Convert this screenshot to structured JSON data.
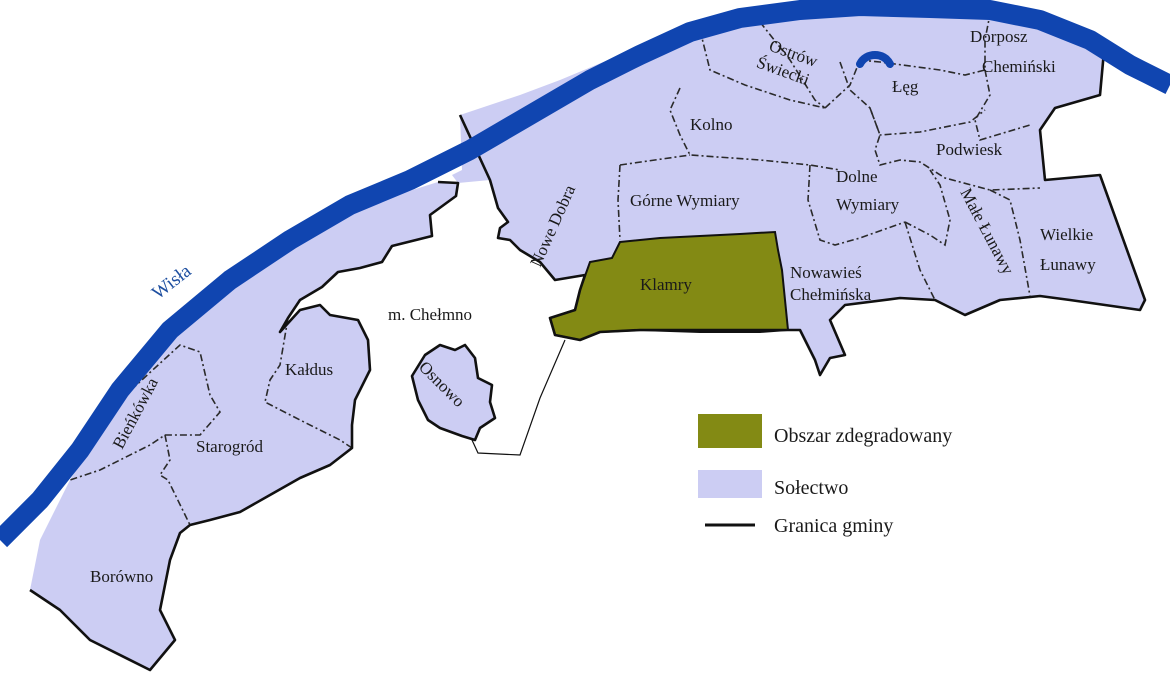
{
  "colors": {
    "river": "#1045b0",
    "solectwo": "#cccdf3",
    "degraded": "#838a14",
    "border": "#111111",
    "city": "#ffffff"
  },
  "river": {
    "label": "Wisła"
  },
  "city": {
    "label": "m. Chełmno"
  },
  "villages": [
    {
      "id": "ostrow-swiecki",
      "label_lines": [
        "Ostrów",
        "Świecki"
      ]
    },
    {
      "id": "leg",
      "label_lines": [
        "Łęg"
      ]
    },
    {
      "id": "dorposz-chelminski",
      "label_lines": [
        "Dorposz",
        "Chemiński"
      ]
    },
    {
      "id": "kolno",
      "label_lines": [
        "Kolno"
      ]
    },
    {
      "id": "podwiesk",
      "label_lines": [
        "Podwiesk"
      ]
    },
    {
      "id": "nowe-dobra",
      "label_lines": [
        "Nowe Dobra"
      ]
    },
    {
      "id": "gorne-wymiary",
      "label_lines": [
        "Górne Wymiary"
      ]
    },
    {
      "id": "dolne-wymiary",
      "label_lines": [
        "Dolne",
        "Wymiary"
      ]
    },
    {
      "id": "male-lunawy",
      "label_lines": [
        "Małe Łunawy"
      ]
    },
    {
      "id": "wielkie-lunawy",
      "label_lines": [
        "Wielkie",
        "Łunawy"
      ]
    },
    {
      "id": "klamry",
      "label_lines": [
        "Klamry"
      ]
    },
    {
      "id": "nowawies-chelminska",
      "label_lines": [
        "Nowawieś",
        "Chełmińska"
      ]
    },
    {
      "id": "kaldus",
      "label_lines": [
        "Kałdus"
      ]
    },
    {
      "id": "osnowo",
      "label_lines": [
        "Osnowo"
      ]
    },
    {
      "id": "bienkowka",
      "label_lines": [
        "Bieńkówka"
      ]
    },
    {
      "id": "starogrod",
      "label_lines": [
        "Starogród"
      ]
    },
    {
      "id": "borowno",
      "label_lines": [
        "Borówno"
      ]
    }
  ],
  "legend": {
    "items": [
      {
        "label": "Obszar zdegradowany",
        "swatch": "degraded"
      },
      {
        "label": "Sołectwo",
        "swatch": "solectwo"
      },
      {
        "label": "Granica gminy",
        "swatch": "border-line"
      }
    ]
  }
}
